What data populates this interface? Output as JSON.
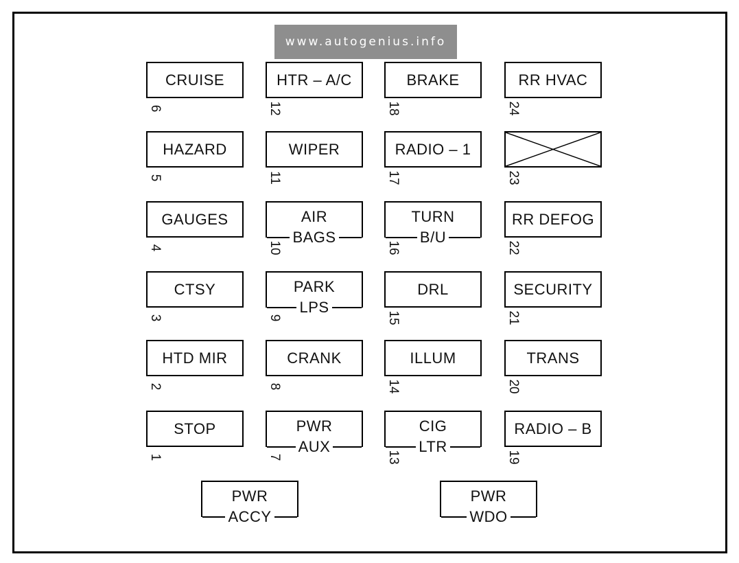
{
  "watermark": "www.autogenius.info",
  "fuses": [
    {
      "number": "6",
      "lines": [
        "CRUISE"
      ]
    },
    {
      "number": "12",
      "lines": [
        "HTR – A/C"
      ]
    },
    {
      "number": "18",
      "lines": [
        "BRAKE"
      ]
    },
    {
      "number": "24",
      "lines": [
        "RR HVAC"
      ]
    },
    {
      "number": "5",
      "lines": [
        "HAZARD"
      ]
    },
    {
      "number": "11",
      "lines": [
        "WIPER"
      ]
    },
    {
      "number": "17",
      "lines": [
        "RADIO – 1"
      ]
    },
    {
      "number": "23",
      "lines": []
    },
    {
      "number": "4",
      "lines": [
        "GAUGES"
      ]
    },
    {
      "number": "10",
      "lines": [
        "AIR",
        "BAGS"
      ]
    },
    {
      "number": "16",
      "lines": [
        "TURN",
        "B/U"
      ]
    },
    {
      "number": "22",
      "lines": [
        "RR DEFOG"
      ]
    },
    {
      "number": "3",
      "lines": [
        "CTSY"
      ]
    },
    {
      "number": "9",
      "lines": [
        "PARK",
        "LPS"
      ]
    },
    {
      "number": "15",
      "lines": [
        "DRL"
      ]
    },
    {
      "number": "21",
      "lines": [
        "SECURITY"
      ]
    },
    {
      "number": "2",
      "lines": [
        "HTD MIR"
      ]
    },
    {
      "number": "8",
      "lines": [
        "CRANK"
      ]
    },
    {
      "number": "14",
      "lines": [
        "ILLUM"
      ]
    },
    {
      "number": "20",
      "lines": [
        "TRANS"
      ]
    },
    {
      "number": "1",
      "lines": [
        "STOP"
      ]
    },
    {
      "number": "7",
      "lines": [
        "PWR",
        "AUX"
      ]
    },
    {
      "number": "13",
      "lines": [
        "CIG",
        "LTR"
      ]
    },
    {
      "number": "19",
      "lines": [
        "RADIO – B"
      ]
    }
  ],
  "bottom_fuses": [
    {
      "lines": [
        "PWR",
        "ACCY"
      ]
    },
    {
      "lines": [
        "PWR",
        "WDO"
      ]
    }
  ]
}
